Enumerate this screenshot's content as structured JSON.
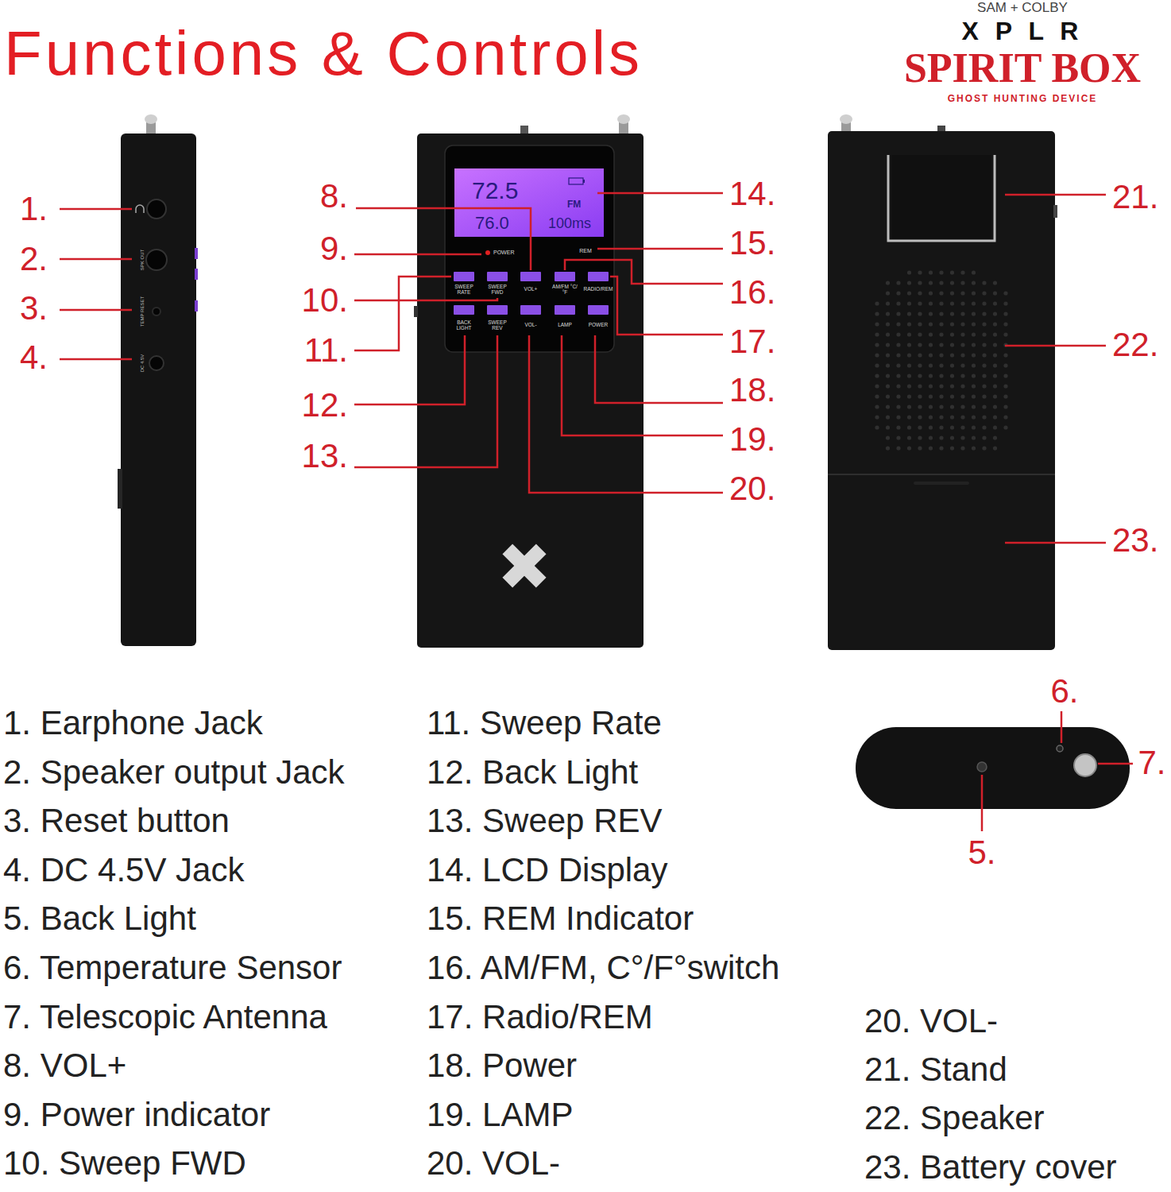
{
  "diagram": {
    "title": "Functions & Controls",
    "labels": [
      "SAM + COLBY",
      "X P L R",
      "SPIRIT BOX",
      "GHOST HUNTING DEVICE",
      "1.",
      "2.",
      "3.",
      "4.",
      "5.",
      "6.",
      "7.",
      "8.",
      "9.",
      "10.",
      "11.",
      "12.",
      "13.",
      "14.",
      "15.",
      "16.",
      "17.",
      "18.",
      "19.",
      "20.",
      "21.",
      "22.",
      "23.",
      "1. Earphone Jack",
      "2. Speaker output Jack",
      "3. Reset button",
      "4. DC 4.5V Jack",
      "5. Back Light",
      "6. Temperature Sensor",
      "7. Telescopic Antenna",
      "8. VOL+",
      "9. Power indicator",
      "10. Sweep FWD",
      "11. Sweep Rate",
      "12. Back Light",
      "13. Sweep REV",
      "14. LCD Display",
      "15. REM Indicator",
      "16. AM/FM, C°/F°switch",
      "17. Radio/REM",
      "18. Power",
      "19. LAMP",
      "20. VOL-",
      "20. VOL-",
      "21. Stand",
      "22. Speaker",
      "23. Battery cover",
      "72.5",
      "FM",
      "76.0",
      "100ms",
      "POWER",
      "REM",
      "SWEEP RATE",
      "SWEEP FWD",
      "VOL+",
      "AM/FM °C/°F",
      "RADIO/REM",
      "BACK LIGHT",
      "SWEEP REV",
      "VOL-",
      "LAMP",
      "POWER",
      "SPK OUT",
      "TEMP RESET",
      "DC 4.5V"
    ]
  }
}
